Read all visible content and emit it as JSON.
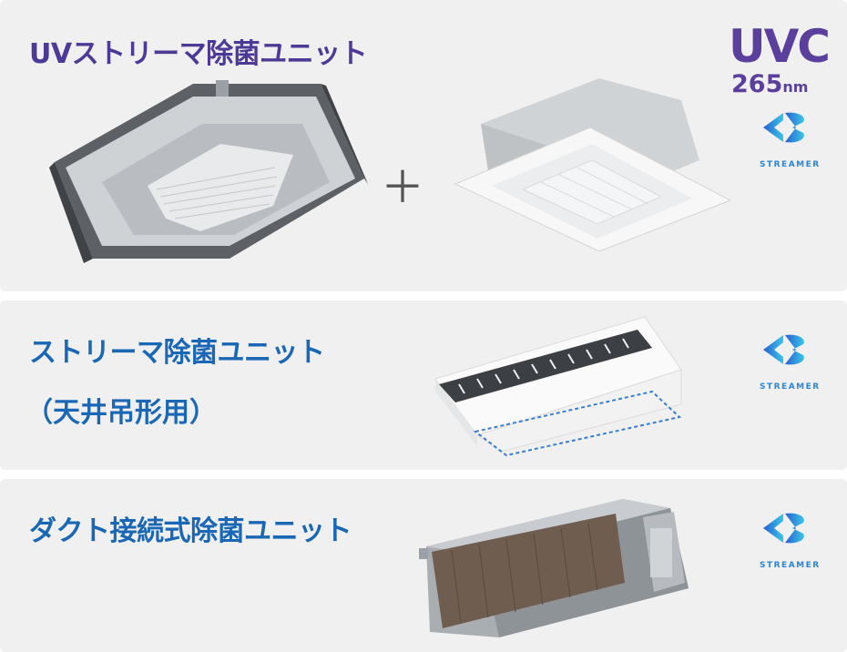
{
  "sections": [
    {
      "title": "UVストリーマ除菌ユニット",
      "badge_uvc": "UVC",
      "badge_uvc_sub": "265",
      "badge_uvc_unit": "nm",
      "plus": "＋",
      "streamer_label": "STREAMER"
    },
    {
      "title": "ストリーマ除菌ユニット",
      "subtitle": "（天井吊形用）",
      "streamer_label": "STREAMER"
    },
    {
      "title": "ダクト接続式除菌ユニット",
      "streamer_label": "STREAMER"
    }
  ],
  "colors": {
    "uv_title": "#4d3a96",
    "blue_title": "#1a67b5",
    "streamer": "#2a86d6",
    "panel_bg": "#f0f0f0"
  },
  "icons": [
    "streamer-logo-icon",
    "uvc-265nm-badge-icon",
    "plus-icon"
  ]
}
